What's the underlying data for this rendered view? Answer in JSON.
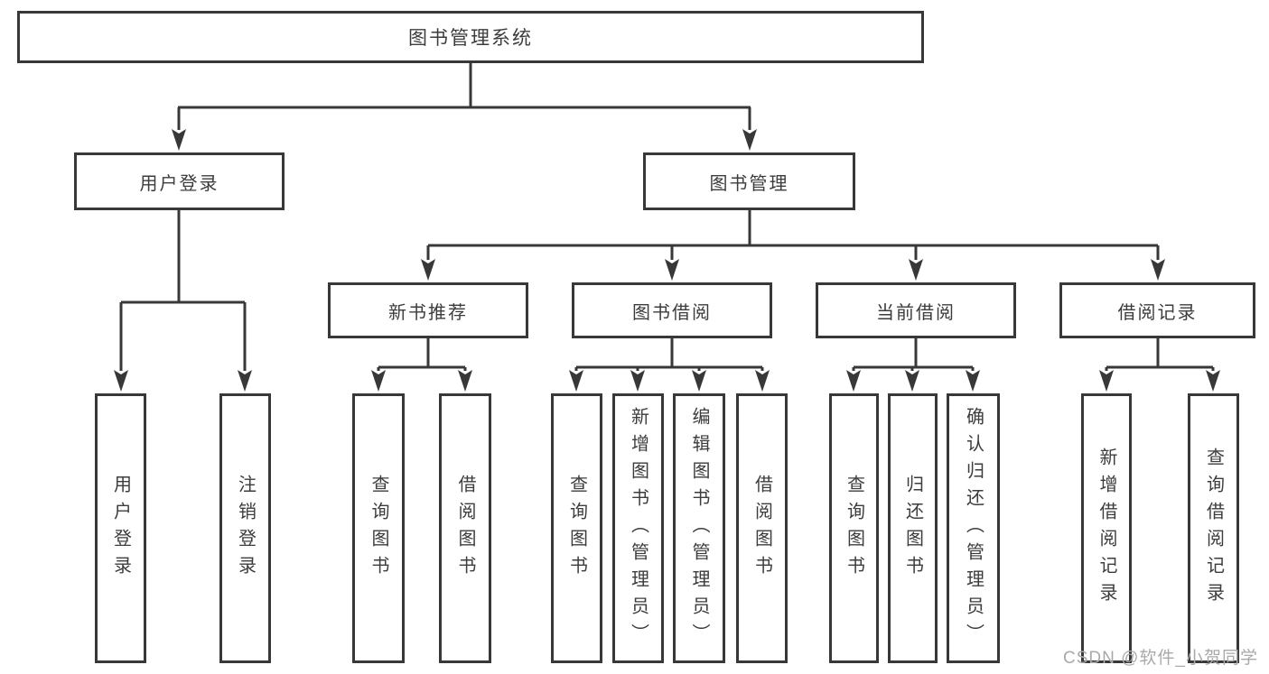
{
  "tree": {
    "label": "图书管理系统",
    "children": [
      {
        "label": "用户登录",
        "children": [
          {
            "label": "用户登录"
          },
          {
            "label": "注销登录"
          }
        ]
      },
      {
        "label": "图书管理",
        "children": [
          {
            "label": "新书推荐",
            "children": [
              {
                "label": "查询图书"
              },
              {
                "label": "借阅图书"
              }
            ]
          },
          {
            "label": "图书借阅",
            "children": [
              {
                "label": "查询图书"
              },
              {
                "label": "新增图书（管理员）"
              },
              {
                "label": "编辑图书（管理员）"
              },
              {
                "label": "借阅图书"
              }
            ]
          },
          {
            "label": "当前借阅",
            "children": [
              {
                "label": "查询图书"
              },
              {
                "label": "归还图书"
              },
              {
                "label": "确认归还（管理员）"
              }
            ]
          },
          {
            "label": "借阅记录",
            "children": [
              {
                "label": "新增借阅记录"
              },
              {
                "label": "查询借阅记录"
              }
            ]
          }
        ]
      }
    ]
  },
  "watermark": "CSDN @软件_小贺同学",
  "colors": {
    "line": "#383838",
    "text": "#3c3c3c",
    "watermark": "#a9a9a9",
    "background": "#ffffff"
  }
}
